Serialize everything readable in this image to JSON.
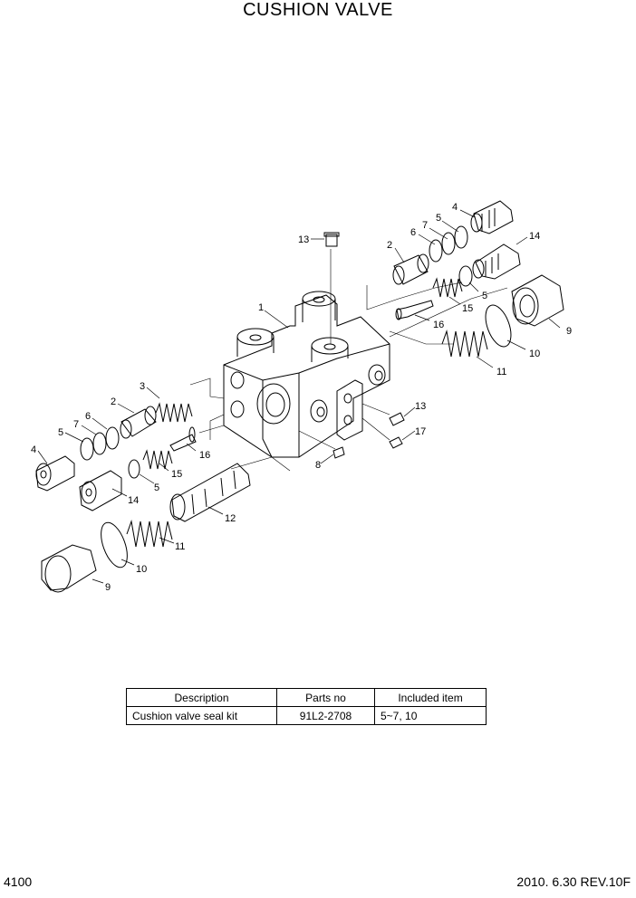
{
  "title": "CUSHION VALVE",
  "callouts": {
    "upper_right": [
      "13",
      "2",
      "6",
      "7",
      "5",
      "4",
      "14",
      "5",
      "15",
      "16",
      "9",
      "10",
      "11",
      "1"
    ],
    "lower_left": [
      "3",
      "2",
      "6",
      "7",
      "5",
      "4",
      "16",
      "15",
      "5",
      "14",
      "12",
      "11",
      "10",
      "9",
      "8",
      "13",
      "17"
    ]
  },
  "table": {
    "headers": [
      "Description",
      "Parts no",
      "Included item"
    ],
    "rows": [
      [
        "Cushion valve seal kit",
        "91L2-2708",
        "5~7, 10"
      ]
    ]
  },
  "footer": {
    "page": "4100",
    "revision": "2010. 6.30  REV.10F"
  }
}
